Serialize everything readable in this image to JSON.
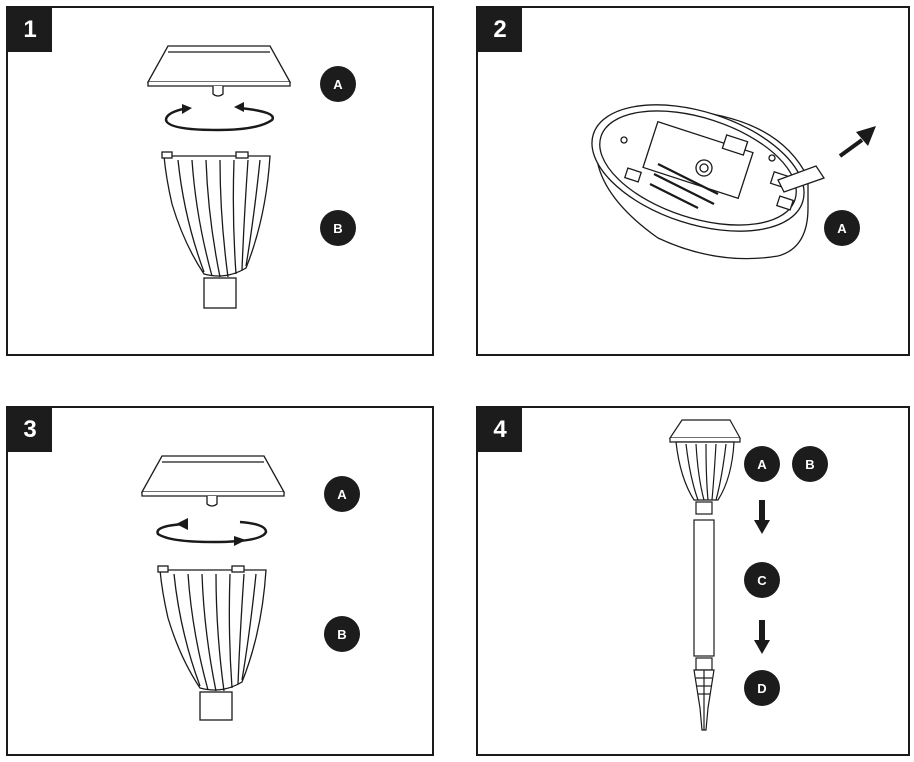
{
  "panels": [
    {
      "step": "1",
      "labels": [
        "A",
        "B"
      ]
    },
    {
      "step": "2",
      "labels": [
        "A"
      ]
    },
    {
      "step": "3",
      "labels": [
        "A",
        "B"
      ]
    },
    {
      "step": "4",
      "labels": [
        "A",
        "B",
        "C",
        "D"
      ]
    }
  ],
  "colors": {
    "ink": "#1a1a1a",
    "badge": "#1c1c1c",
    "background": "#ffffff"
  }
}
